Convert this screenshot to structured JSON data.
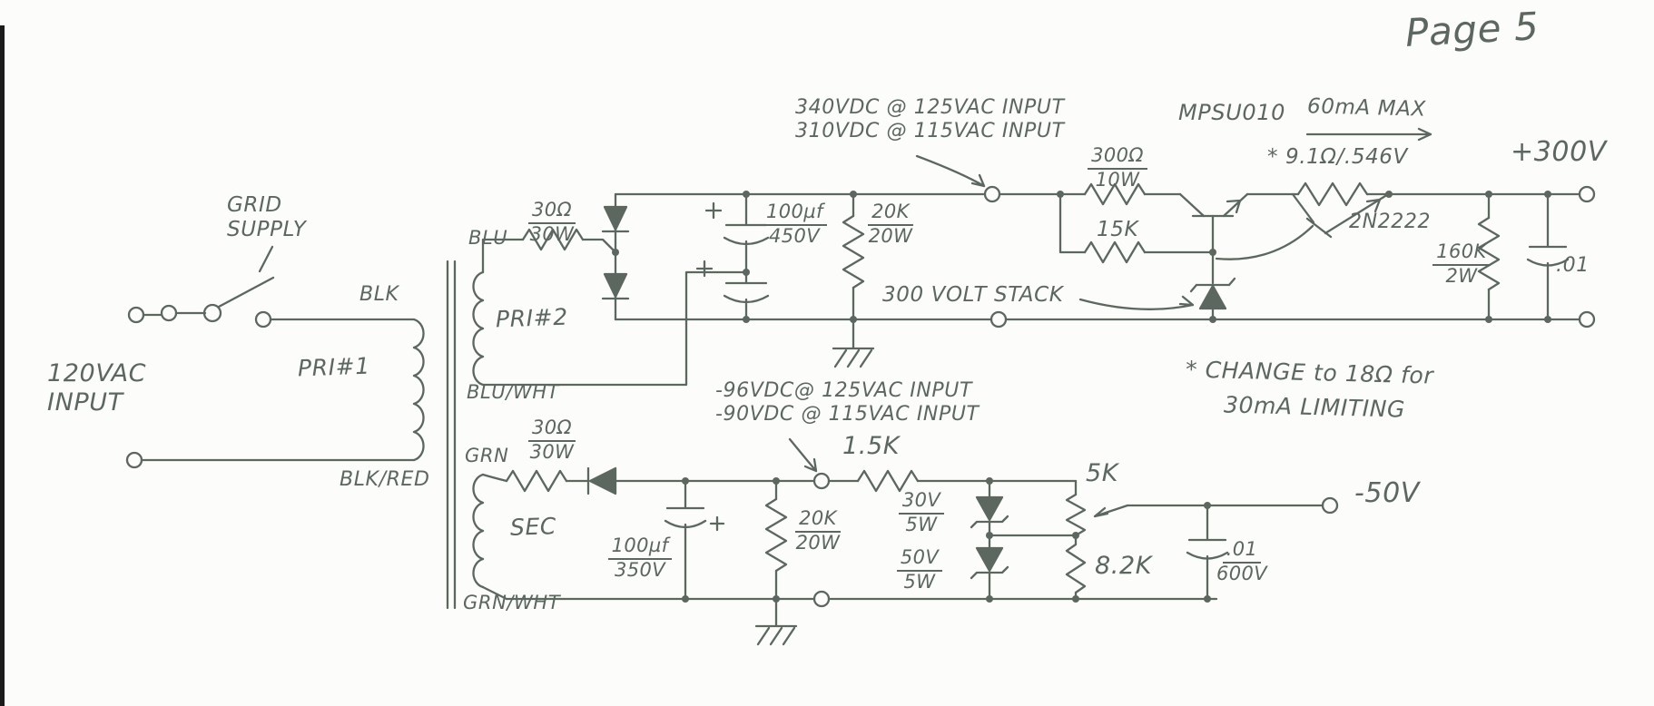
{
  "colors": {
    "ink": "#5c675f",
    "edge": "#1b1b1b",
    "paper": "#fcfcfa"
  },
  "page": {
    "title": "Page 5"
  },
  "primary": {
    "grid_supply": "GRID\nSUPPLY",
    "input": "120VAC\nINPUT",
    "winding": "PRI#1",
    "wire_top": "BLK",
    "wire_bottom": "BLK/RED"
  },
  "doubler": {
    "wire_top": "BLU",
    "winding": "PRI#2",
    "wire_bottom": "BLU/WHT",
    "r_series": {
      "num": "30Ω",
      "den": "30W"
    },
    "c_filter": {
      "num": "100µf",
      "den": "450V"
    },
    "r_bleed": {
      "num": "20K",
      "den": "20W"
    },
    "test_point": "340VDC @ 125VAC INPUT\n310VDC @ 115VAC INPUT"
  },
  "regulator": {
    "r_dropper": {
      "num": "300Ω",
      "den": "10W"
    },
    "r_base": "15K",
    "pass_transistor": "MPSU010",
    "current_note": "60mA MAX",
    "r_limit": "* 9.1Ω/.546V",
    "limit_transistor": "2N2222",
    "stack_label": "300 VOLT STACK",
    "r_load": {
      "num": "160K",
      "den": "2W"
    },
    "c_out": ".01",
    "output": "+300V",
    "note_line1": "* CHANGE to 18Ω for",
    "note_line2": "30mA LIMITING"
  },
  "bias": {
    "wire_top": "GRN",
    "winding": "SEC",
    "wire_bottom": "GRN/WHT",
    "r_series": {
      "num": "30Ω",
      "den": "30W"
    },
    "c_filter": {
      "num": "100µf",
      "den": "350V"
    },
    "r_bleed": {
      "num": "20K",
      "den": "20W"
    },
    "test_point": "-96VDC@ 125VAC INPUT\n-90VDC @ 115VAC INPUT",
    "r_series2": "1.5K",
    "zener1": {
      "num": "30V",
      "den": "5W"
    },
    "zener2": {
      "num": "50V",
      "den": "5W"
    },
    "pot": "5K",
    "r_divider": "8.2K",
    "c_out": {
      "num": ".01",
      "den": "600V"
    },
    "output": "-50V"
  }
}
